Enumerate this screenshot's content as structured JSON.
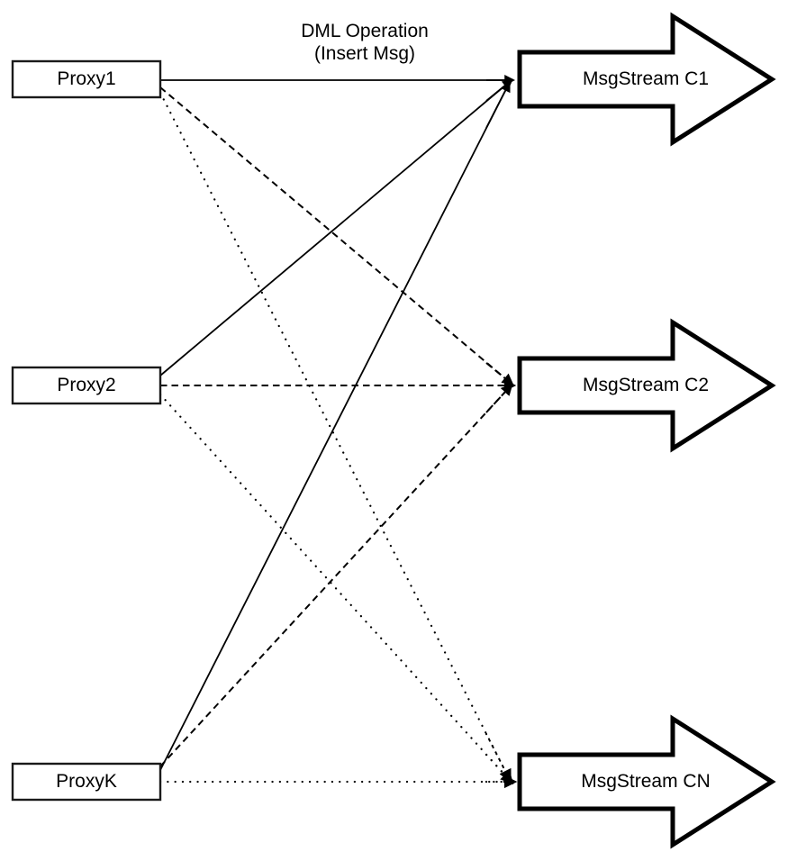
{
  "diagram": {
    "background_color": "#ffffff",
    "ink_color": "#000000",
    "title": {
      "line1": "DML Operation",
      "line2": "(Insert Msg)"
    },
    "proxies": [
      {
        "label": "Proxy1"
      },
      {
        "label": "Proxy2"
      },
      {
        "label": "ProxyK"
      }
    ],
    "streams": [
      {
        "label": "MsgStream C1"
      },
      {
        "label": "MsgStream C2"
      },
      {
        "label": "MsgStream CN"
      }
    ],
    "edges": [
      {
        "from": "Proxy1",
        "to": "MsgStream C1",
        "style": "solid"
      },
      {
        "from": "Proxy1",
        "to": "MsgStream C2",
        "style": "dashed"
      },
      {
        "from": "Proxy1",
        "to": "MsgStream CN",
        "style": "dotted"
      },
      {
        "from": "Proxy2",
        "to": "MsgStream C1",
        "style": "solid"
      },
      {
        "from": "Proxy2",
        "to": "MsgStream C2",
        "style": "dashed"
      },
      {
        "from": "Proxy2",
        "to": "MsgStream CN",
        "style": "dotted"
      },
      {
        "from": "ProxyK",
        "to": "MsgStream C1",
        "style": "solid"
      },
      {
        "from": "ProxyK",
        "to": "MsgStream C2",
        "style": "dashed"
      },
      {
        "from": "ProxyK",
        "to": "MsgStream CN",
        "style": "dotted"
      }
    ]
  }
}
